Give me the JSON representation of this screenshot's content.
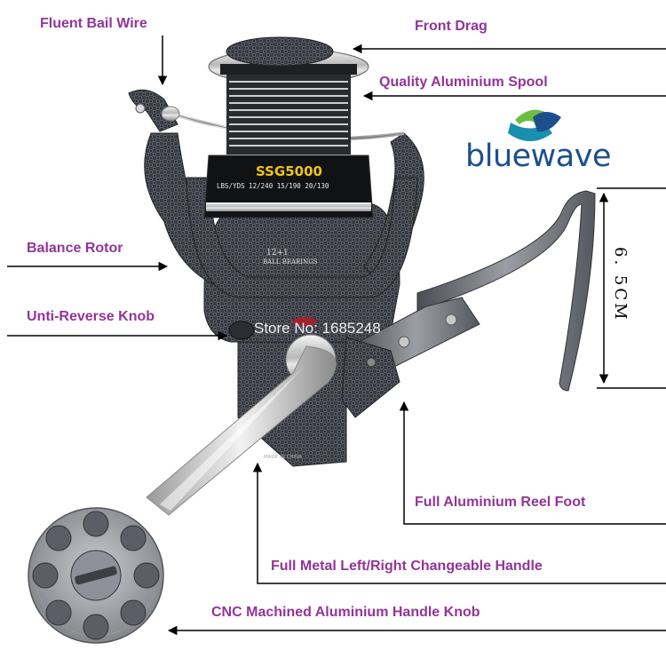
{
  "labels": {
    "fluent_bail_wire": "Fluent Bail Wire",
    "front_drag": "Front Drag",
    "quality_spool": "Quality Aluminium Spool",
    "balance_rotor": "Balance Rotor",
    "anti_reverse_knob": "Unti-Reverse Knob",
    "reel_foot": "Full Aluminium Reel Foot",
    "handle": "Full Metal Left/Right Changeable Handle",
    "handle_knob": "CNC Machined Aluminium Handle Knob"
  },
  "logo": {
    "text": "bluewave"
  },
  "dimension": {
    "text": "6. 5CM"
  },
  "watermark": {
    "text": "Store No: 1685248"
  },
  "spool": {
    "model": "SSG5000",
    "spec": "LBS/YDS  12/240  15/190  20/130",
    "bearings_count": "12+1",
    "bearings_text": "BALL BEARINGS"
  },
  "made_in": "MADE IN CHINA",
  "colors": {
    "label": "#93349a",
    "arrow": "#000000",
    "logo_blue": "#1d4f8c",
    "logo_green": "#6bbf3f",
    "logo_teal": "#1a8fb0"
  }
}
